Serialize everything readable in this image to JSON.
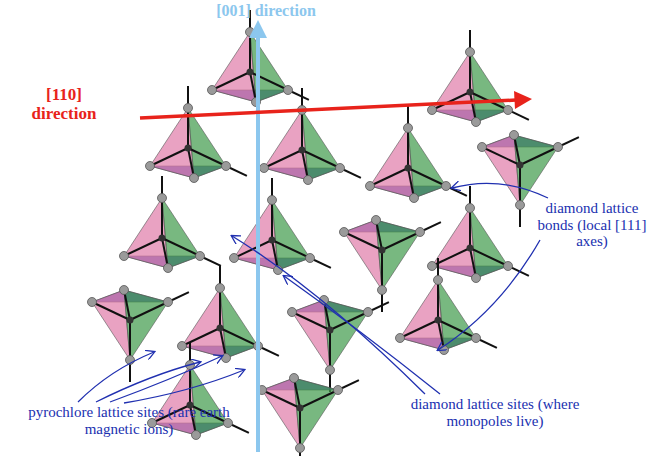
{
  "diagram": {
    "labels": [
      "[001] direction",
      "[110] direction",
      "diamond lattice bonds (local [111] axes)",
      "diamond lattice sites (where monopoles live)",
      "pyrochlore lattice sites (rare earth magnetic ions)"
    ]
  }
}
